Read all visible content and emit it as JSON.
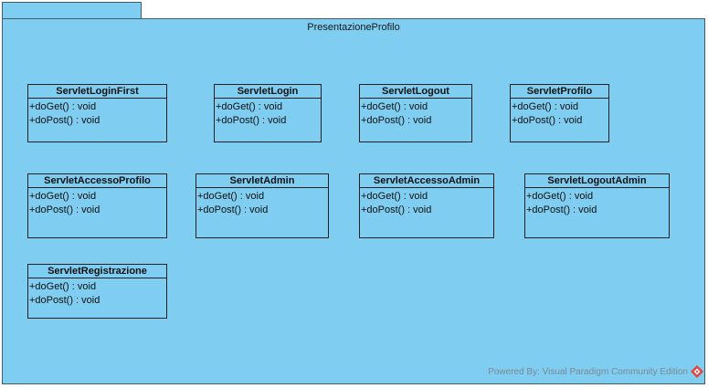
{
  "package": {
    "name": "PresentazioneProfilo"
  },
  "classes": [
    {
      "name": "ServletLoginFirst",
      "operations": [
        "+doGet() : void",
        "+doPost() : void"
      ]
    },
    {
      "name": "ServletLogin",
      "operations": [
        "+doGet() : void",
        "+doPost() : void"
      ]
    },
    {
      "name": "ServletLogout",
      "operations": [
        "+doGet() : void",
        "+doPost() : void"
      ]
    },
    {
      "name": "ServletProfilo",
      "operations": [
        "+doGet() : void",
        "+doPost() : void"
      ]
    },
    {
      "name": "ServletAccessoProfilo",
      "operations": [
        "+doGet() : void",
        "+doPost() : void"
      ]
    },
    {
      "name": "ServletAdmin",
      "operations": [
        "+doGet() : void",
        "+doPost() : void"
      ]
    },
    {
      "name": "ServletAccessoAdmin",
      "operations": [
        "+doGet() : void",
        "+doPost() : void"
      ]
    },
    {
      "name": "ServletLogoutAdmin",
      "operations": [
        "+doGet() : void",
        "+doPost() : void"
      ]
    },
    {
      "name": "ServletRegistrazione",
      "operations": [
        "+doGet() : void",
        "+doPost() : void"
      ]
    }
  ],
  "footer": {
    "text": "Powered By: Visual Paradigm Community Edition",
    "icon": "visual-paradigm-logo-icon"
  },
  "colors": {
    "package_fill": "#7fcdf0",
    "border": "#222222",
    "logo": "#e0463c"
  }
}
